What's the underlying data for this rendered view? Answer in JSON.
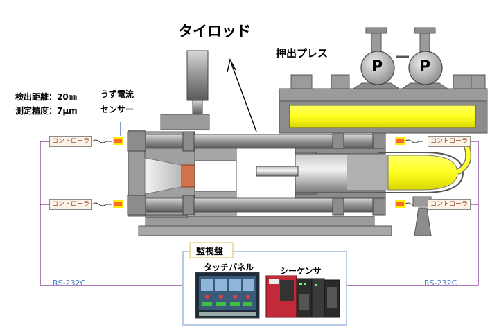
{
  "labels": {
    "tie_rod": "タイロッド",
    "extrusion_press": "押出プレス",
    "detection_distance": "検出距離：20㎜",
    "measurement_accuracy": "測定精度：7μm",
    "eddy_sensor_line1": "うず電流",
    "eddy_sensor_line2": "センサー",
    "monitoring_panel": "監視盤",
    "touch_panel": "タッチパネル",
    "sequencer": "シーケンサ",
    "rs232c_left": "RS-232C",
    "rs232c_right": "RS-232C",
    "pump_symbol_1": "P",
    "pump_symbol_2": "P"
  },
  "controllers": [
    {
      "label": "コントローラ"
    },
    {
      "label": "コントローラ"
    },
    {
      "label": "コントローラ"
    },
    {
      "label": "コントローラ"
    }
  ],
  "colors": {
    "machine_gray": "#9b9b9b",
    "machine_dark": "#6e6e6e",
    "oil_yellow": "#ffff33",
    "wire_purple": "#7a2a8a",
    "panel_border": "#b7cbe6",
    "sensor_orange": "#ff6a2a",
    "billet_copper": "#d2724a",
    "rs_text": "#4a7fc6"
  }
}
